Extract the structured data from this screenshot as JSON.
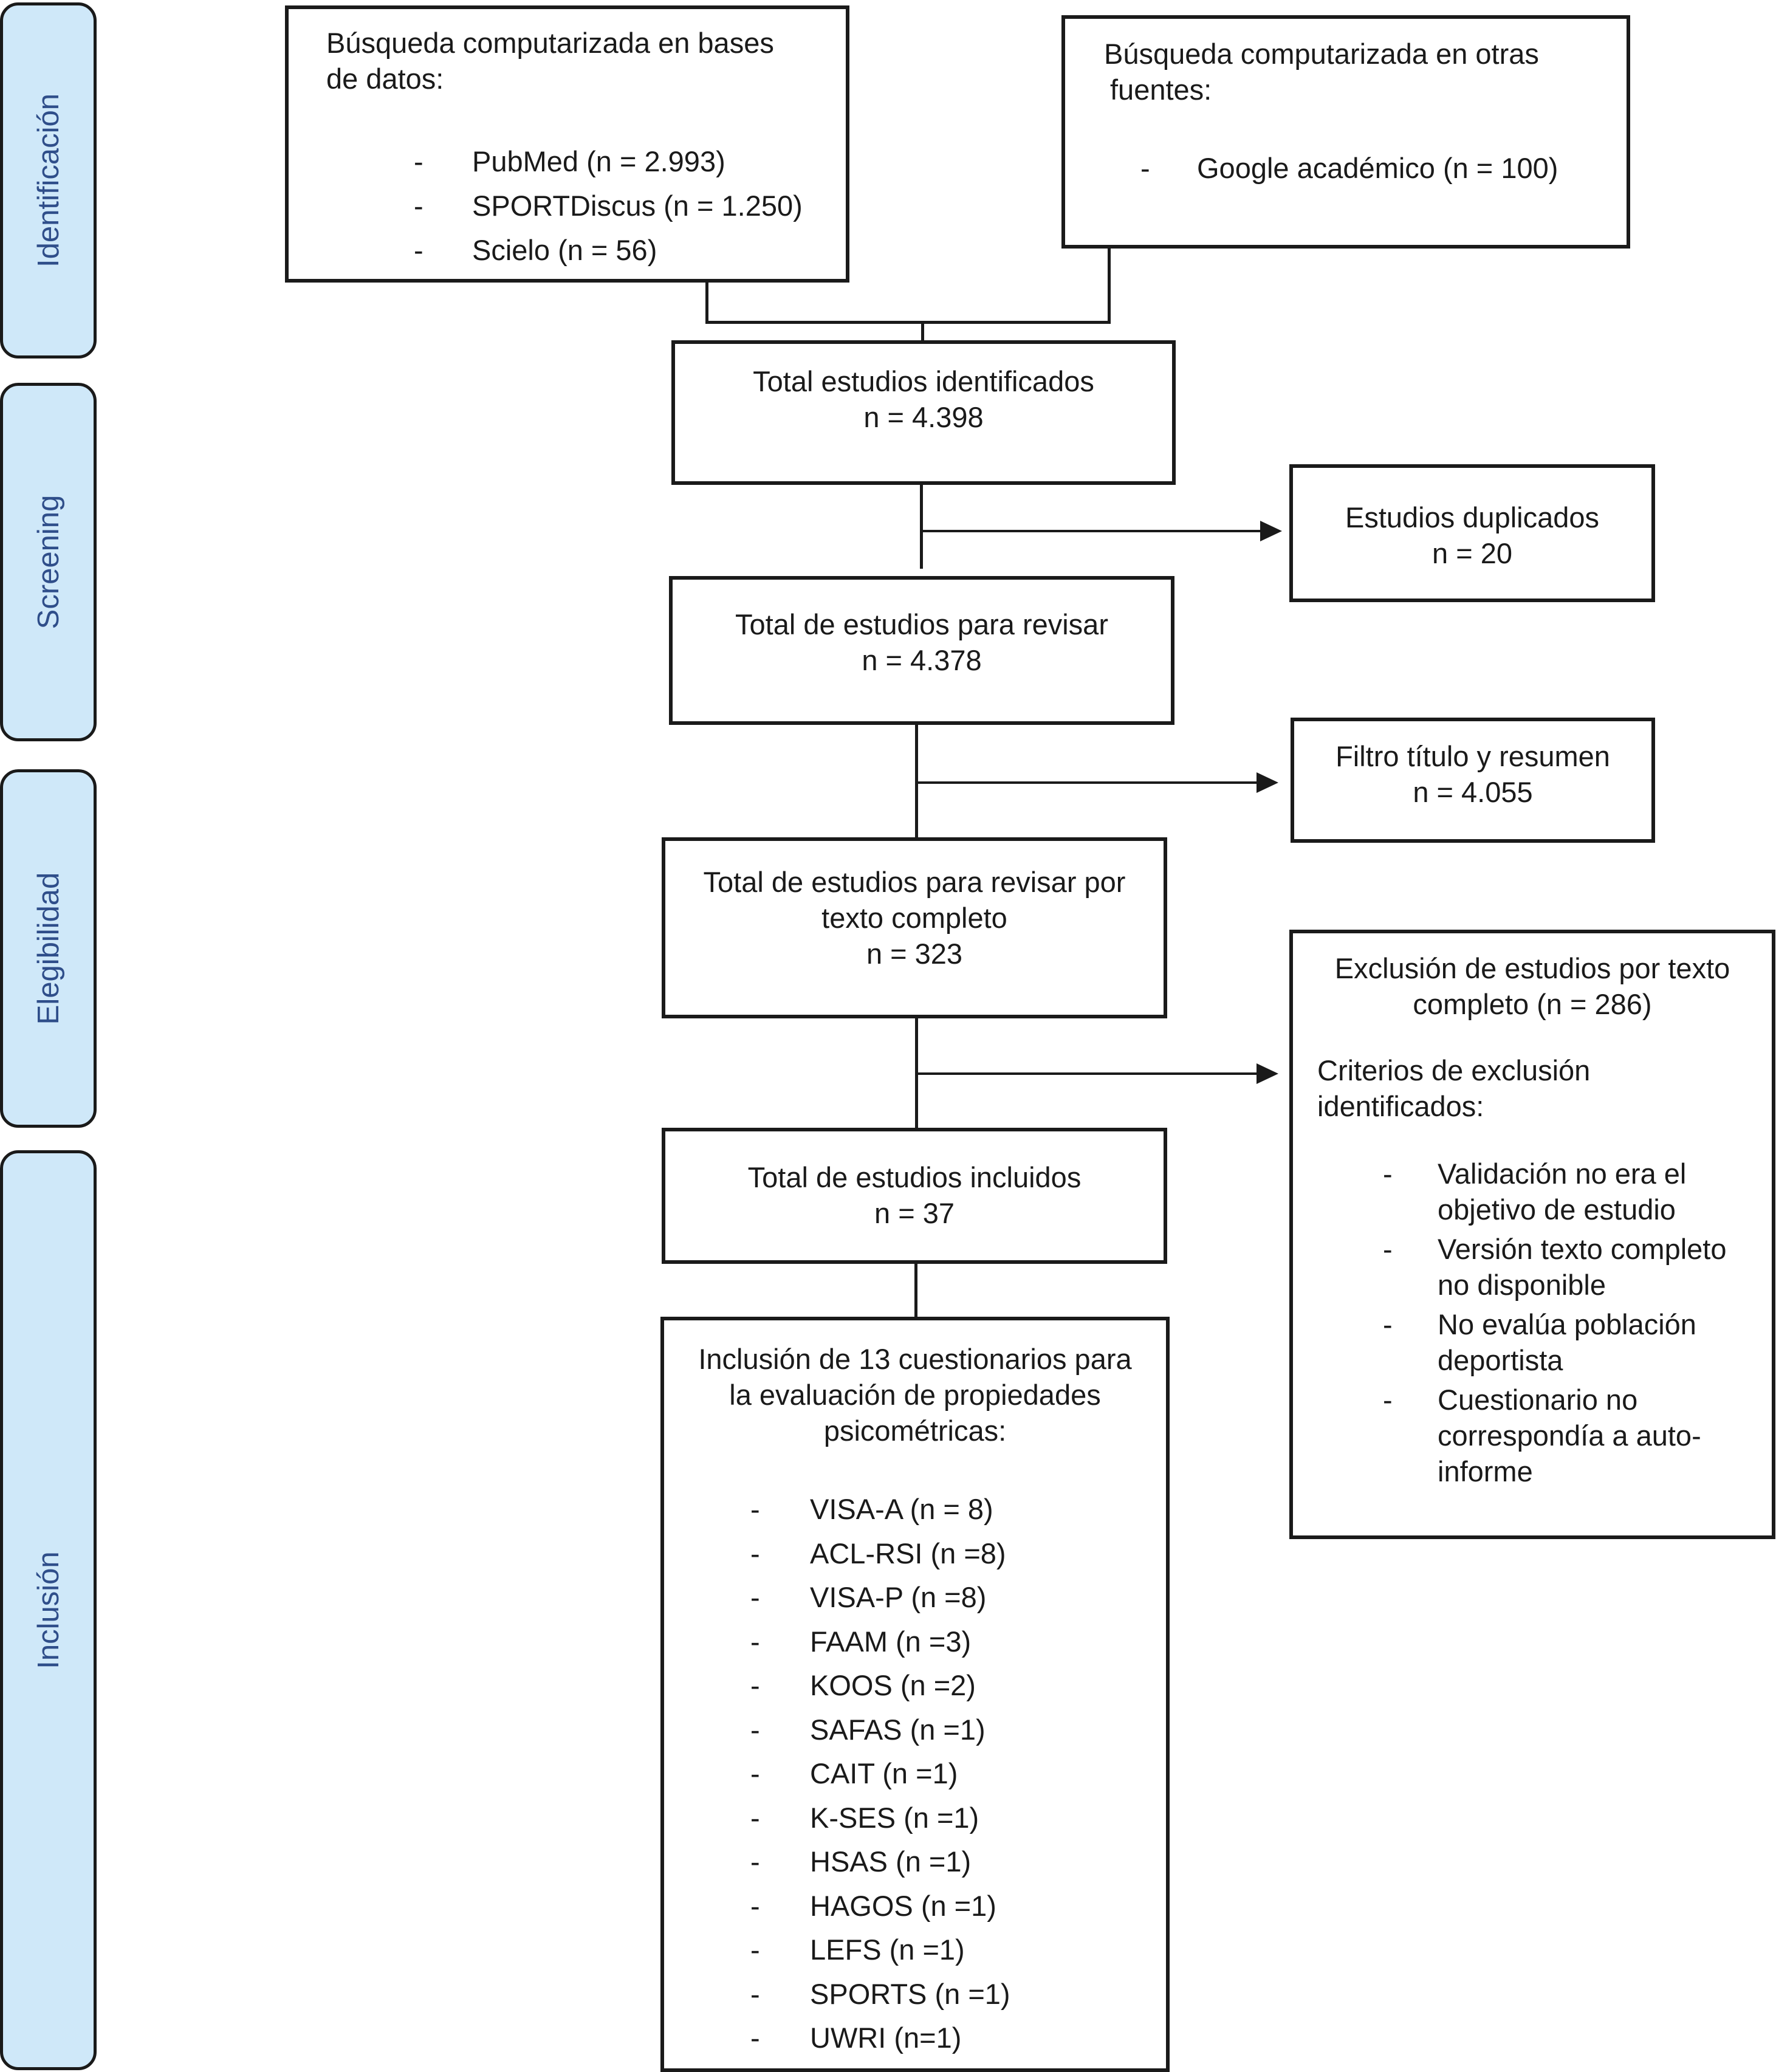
{
  "phases": {
    "identificacion": "Identificación",
    "screening": "Screening",
    "elegibilidad": "Elegibilidad",
    "inclusion": "Inclusión"
  },
  "db_search": {
    "title_line1": "Búsqueda computarizada en bases",
    "title_line2": "de datos:",
    "items": [
      "PubMed (n = 2.993)",
      "SPORTDiscus (n = 1.250)",
      "Scielo (n = 56)"
    ]
  },
  "other_search": {
    "title_line1": "Búsqueda computarizada en otras",
    "title_line2": "fuentes:",
    "items": [
      "Google académico (n = 100)"
    ]
  },
  "total_identified": {
    "line1": "Total estudios identificados",
    "line2": "n = 4.398"
  },
  "duplicates": {
    "line1": "Estudios duplicados",
    "line2": "n = 20"
  },
  "to_review": {
    "line1": "Total de estudios para revisar",
    "line2": "n = 4.378"
  },
  "title_filter": {
    "line1": "Filtro título y resumen",
    "line2": "n = 4.055"
  },
  "fulltext_review": {
    "line1": "Total de estudios para revisar por",
    "line2": "texto completo",
    "line3": "n = 323"
  },
  "exclusion": {
    "line1": "Exclusión de estudios por texto",
    "line2": "completo (n = 286)",
    "criteria_line1": "Criterios de exclusión",
    "criteria_line2": "identificados:",
    "criteria": [
      {
        "a": "Validación no era el",
        "b": "objetivo de estudio"
      },
      {
        "a": "Versión texto completo",
        "b": "no disponible"
      },
      {
        "a": "No evalúa población",
        "b": "deportista"
      },
      {
        "a": "Cuestionario no",
        "b": "correspondía a auto-",
        "c": "informe"
      }
    ]
  },
  "included": {
    "line1": "Total de estudios incluidos",
    "line2": "n = 37"
  },
  "questionnaires": {
    "line1": "Inclusión de 13 cuestionarios para",
    "line2": "la evaluación de propiedades",
    "line3": "psicométricas:",
    "items": [
      "VISA-A (n = 8)",
      "ACL-RSI (n =8)",
      "VISA-P (n =8)",
      "FAAM (n =3)",
      "KOOS (n =2)",
      "SAFAS (n =1)",
      "CAIT (n =1)",
      "K-SES (n =1)",
      "HSAS (n =1)",
      "HAGOS (n =1)",
      "LEFS (n =1)",
      "SPORTS (n =1)",
      "UWRI (n=1)"
    ]
  },
  "dash": "-",
  "colors": {
    "phase_fill": "#cfe8f9",
    "phase_text": "#2f4e8a",
    "ink": "#1a1a1a"
  }
}
